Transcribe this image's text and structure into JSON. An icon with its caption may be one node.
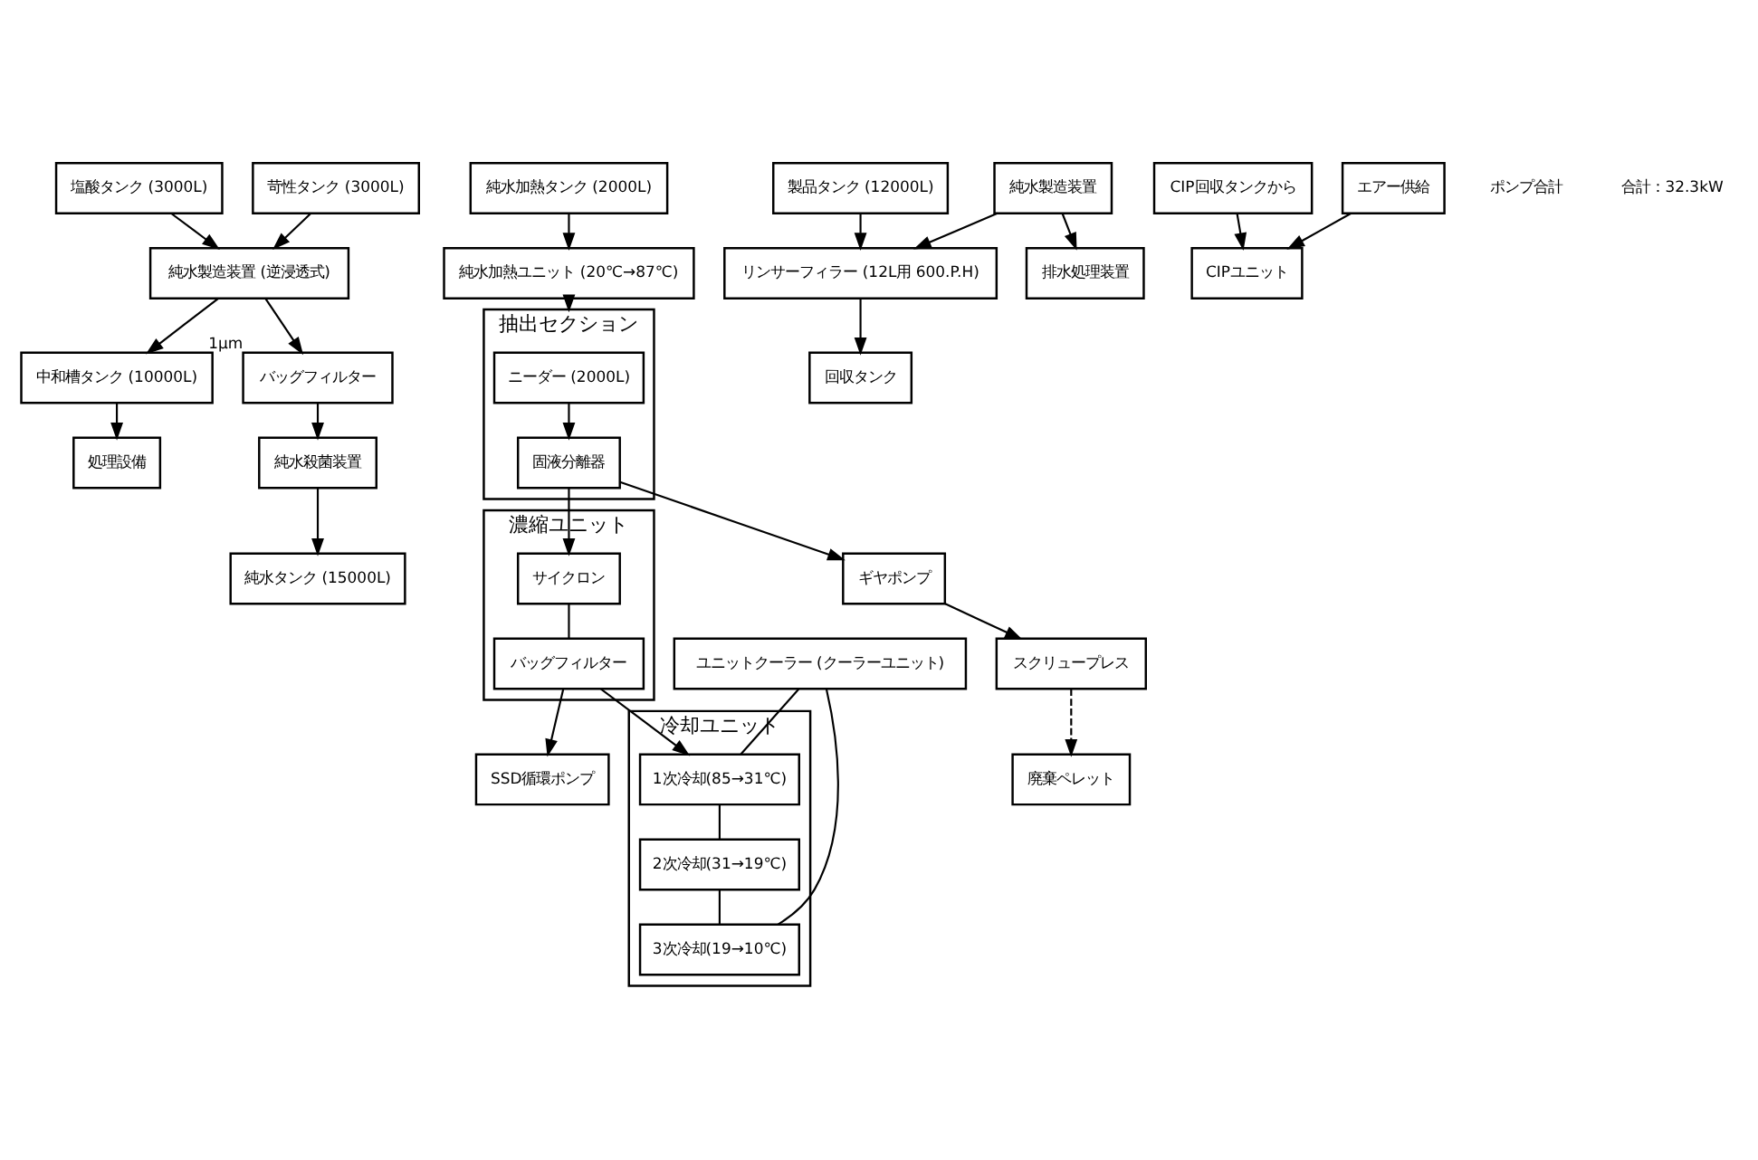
{
  "diagram": {
    "nodes": [
      {
        "text": [
          "塩酸タンク (3000L)"
        ]
      },
      {
        "text": [
          "苛性タンク (3000L)"
        ]
      },
      {
        "text": [
          "中和槽タンク (10000L)"
        ]
      },
      {
        "text": [
          "純水製造装置 (逆浸透式)"
        ]
      },
      {
        "text": [
          "バッグフィルター"
        ],
        "beside": [
          "1μm"
        ]
      },
      {
        "text": [
          "純水殺菌装置"
        ]
      },
      {
        "text": [
          "純水タンク (15000L)"
        ]
      },
      {
        "text": [
          "純水加熱タンク (2000L)"
        ]
      },
      {
        "text": [
          "純水加熱ユニット (20℃→87℃)"
        ]
      },
      {
        "text": [
          "抽出セクション"
        ]
      },
      {
        "text": [
          "ニーダー (2000L)"
        ],
        "in": 9
      },
      {
        "text": [
          "固液分離器"
        ],
        "in": 9
      },
      {
        "text": [
          "ギヤポンプ"
        ]
      },
      {
        "text": [
          "スクリュープレス"
        ]
      },
      {
        "text": [
          "廃棄ペレット"
        ]
      },
      {
        "text": [
          "濃縮ユニット"
        ]
      },
      {
        "text": [
          "サイクロン"
        ],
        "in": 15
      },
      {
        "text": [
          "バッグフィルター"
        ],
        "in": 15
      },
      {
        "text": [
          "SSD循環ポンプ"
        ]
      },
      {
        "text": [
          "冷却ユニット"
        ]
      },
      {
        "text": [
          "1次冷却(85→31℃)"
        ],
        "in": 19
      },
      {
        "text": [
          "2次冷却(31→19℃)"
        ],
        "in": 19
      },
      {
        "text": [
          "3次冷却(19→10℃)"
        ],
        "in": 19
      },
      {
        "text": [
          "ユニットクーラー (クーラーユニット)"
        ]
      },
      {
        "text": [
          "処理設備"
        ]
      },
      {
        "text": [
          "製品タンク (12000L)"
        ]
      },
      {
        "text": [
          "リンサーフィラー (12L用 600.P.H)"
        ]
      },
      {
        "text": [
          "回収タンク"
        ]
      },
      {
        "text": [
          "純水製造装置"
        ]
      },
      {
        "text": [
          "排水処理装置"
        ]
      },
      {
        "text": [
          "CIPユニット"
        ]
      },
      {
        "text": [
          "CIP回収タンクから"
        ]
      },
      {
        "text": [
          "エアー供給"
        ]
      }
    ],
    "edges": [
      {
        "from": 0,
        "to": 3,
        "arrow": "to"
      },
      {
        "from": 1,
        "to": 3,
        "arrow": "to"
      },
      {
        "from": 3,
        "to": 2,
        "arrow": "to"
      },
      {
        "from": 2,
        "to": 24,
        "arrow": "to"
      },
      {
        "from": 3,
        "to": 4,
        "arrow": "to"
      },
      {
        "from": 4,
        "to": 5,
        "arrow": "to"
      },
      {
        "from": 5,
        "to": 6,
        "arrow": "to"
      },
      {
        "from": 7,
        "to": 8,
        "arrow": "to"
      },
      {
        "from": 8,
        "to": 9,
        "arrow": "to"
      },
      {
        "from": 10,
        "to": 11,
        "arrow": "to"
      },
      {
        "from": 11,
        "to": 12,
        "arrow": "to"
      },
      {
        "from": 12,
        "to": 13,
        "arrow": "to"
      },
      {
        "from": 13,
        "to": 14,
        "arrow": "to",
        "style": "dashed"
      },
      {
        "from": 11,
        "to": 16,
        "arrow": "to"
      },
      {
        "from": 16,
        "to": 17,
        "arrow": "none"
      },
      {
        "from": 17,
        "to": 18,
        "arrow": "to"
      },
      {
        "from": 17,
        "to": 20,
        "arrow": "to"
      },
      {
        "from": 20,
        "to": 21,
        "arrow": "none"
      },
      {
        "from": 21,
        "to": 22,
        "arrow": "none"
      },
      {
        "from": 23,
        "to": 20,
        "arrow": "none"
      },
      {
        "from": 23,
        "to": 22,
        "arrow": "none"
      },
      {
        "from": 25,
        "to": 26,
        "arrow": "to"
      },
      {
        "from": 28,
        "to": 26,
        "arrow": "to"
      },
      {
        "from": 26,
        "to": 27,
        "arrow": "to"
      },
      {
        "from": 28,
        "to": 29,
        "arrow": "to"
      },
      {
        "from": 31,
        "to": 30,
        "arrow": "to"
      },
      {
        "from": 32,
        "to": 30,
        "arrow": "to"
      }
    ],
    "labels": [
      "ポンプ合計",
      "合計：32.3kW"
    ]
  }
}
